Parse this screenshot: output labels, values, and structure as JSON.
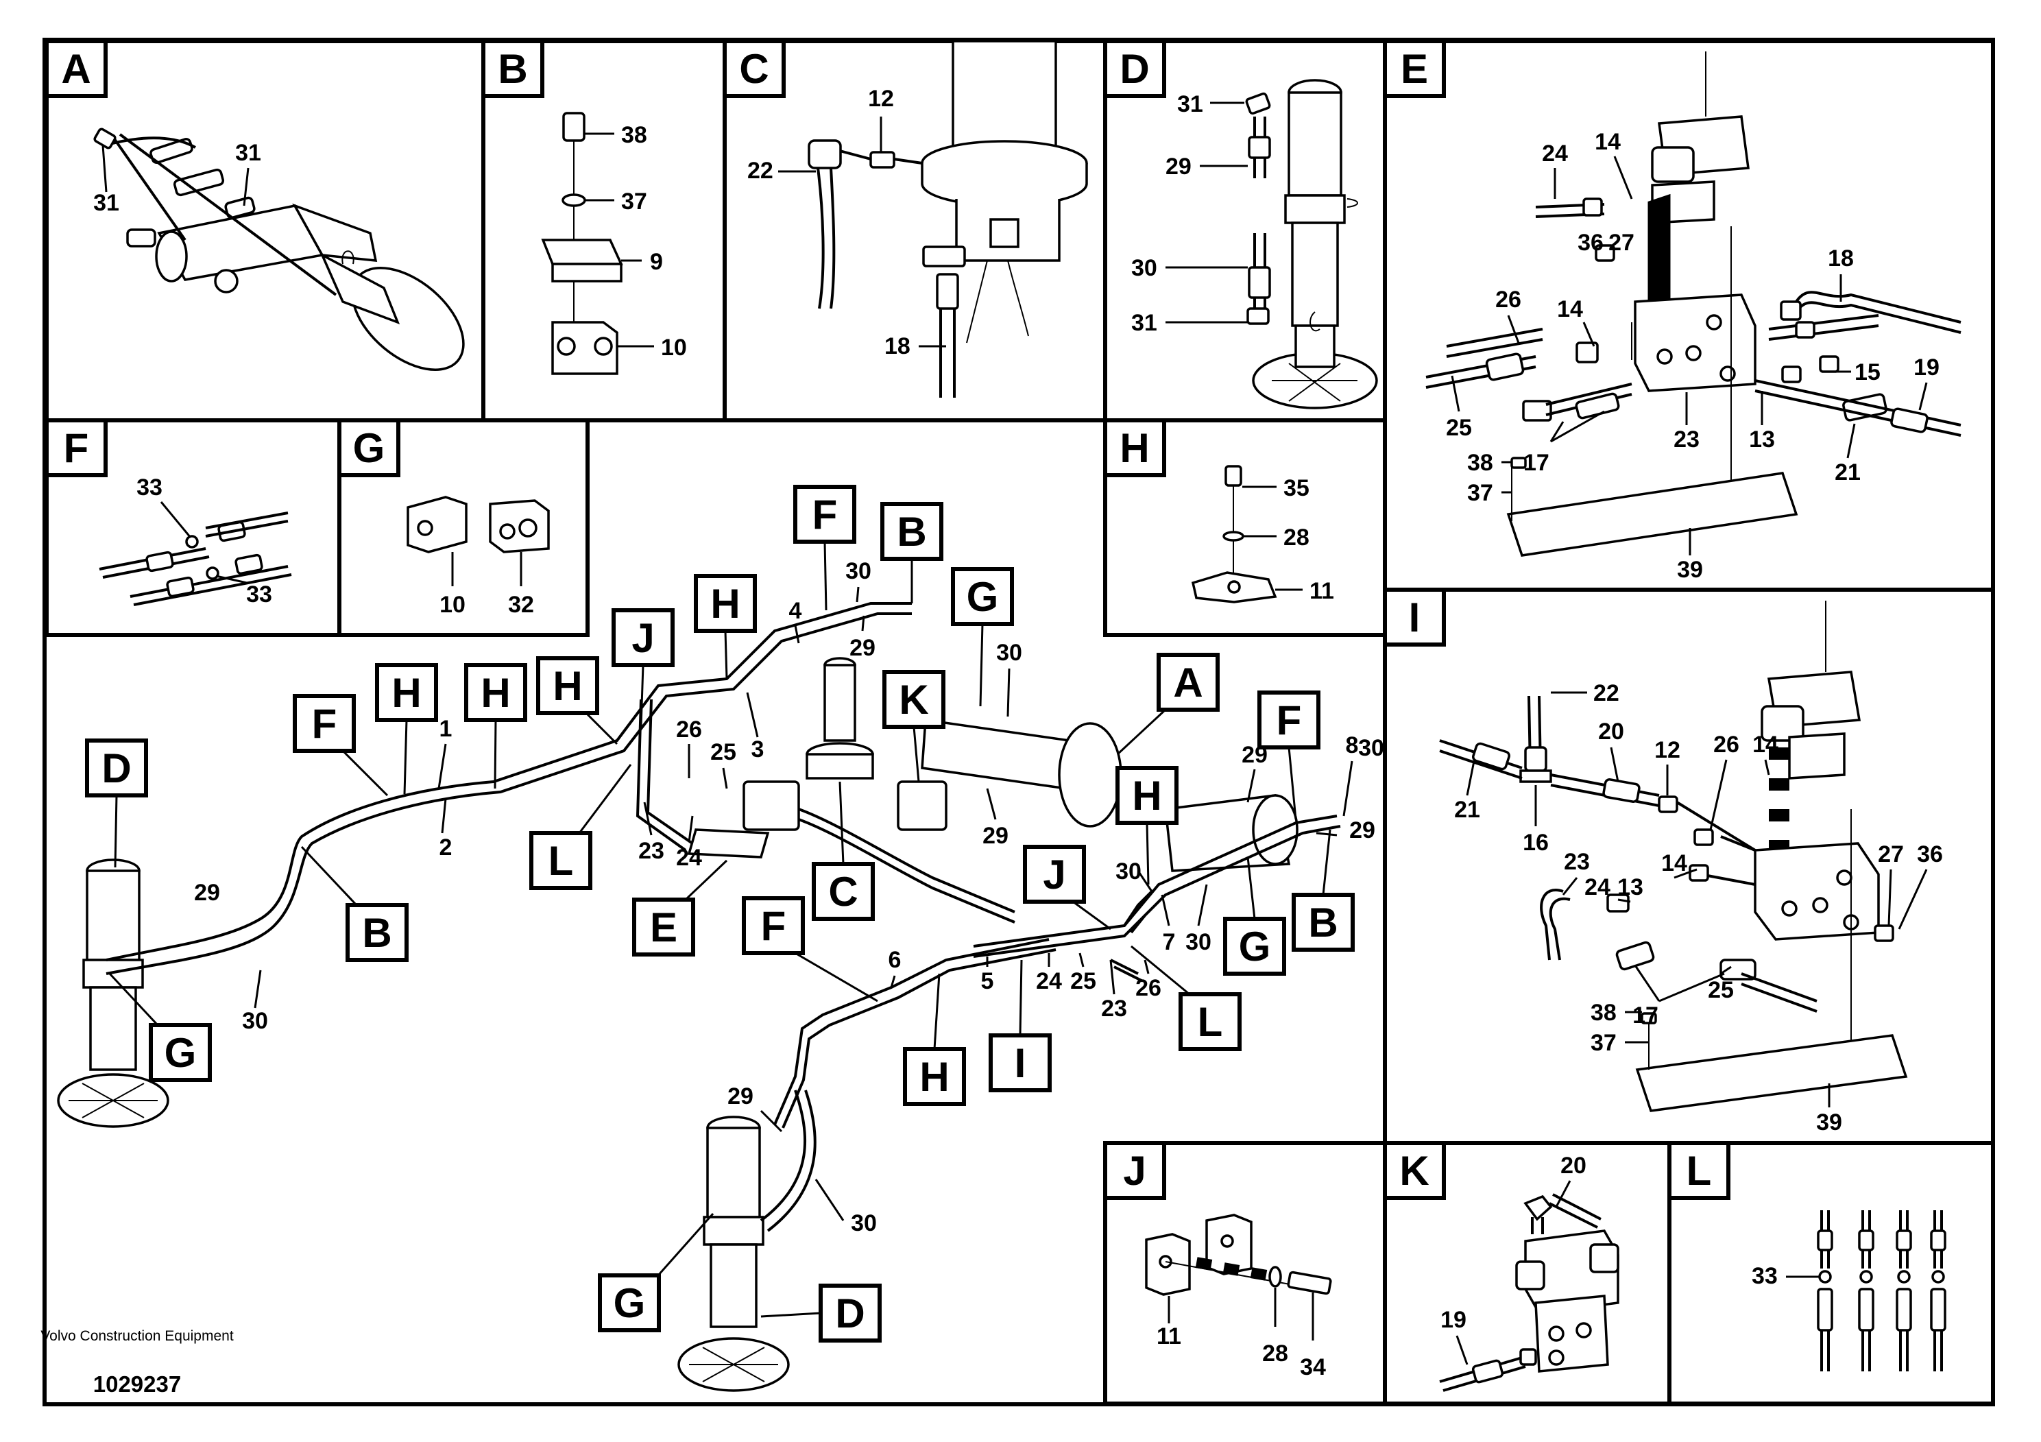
{
  "detail_views": [
    "A",
    "B",
    "C",
    "D",
    "E",
    "F",
    "G",
    "H",
    "I",
    "J",
    "K",
    "L"
  ],
  "main_view_letters": [
    "D",
    "F",
    "H",
    "H",
    "H",
    "J",
    "H",
    "F",
    "B",
    "G",
    "K",
    "A",
    "G",
    "F",
    "H",
    "J",
    "L",
    "E",
    "C",
    "B",
    "G",
    "F",
    "H",
    "I",
    "L",
    "B",
    "G",
    "D"
  ],
  "callouts": {
    "A": [
      "31",
      "31"
    ],
    "B": [
      "38",
      "37",
      "9",
      "10"
    ],
    "C": [
      "12",
      "22",
      "18"
    ],
    "D": [
      "31",
      "29",
      "30",
      "31"
    ],
    "E": [
      "24",
      "14",
      "36",
      "27",
      "18",
      "26",
      "14",
      "15",
      "19",
      "25",
      "13",
      "23",
      "17",
      "21",
      "38",
      "37",
      "39"
    ],
    "F": [
      "33",
      "33"
    ],
    "G": [
      "10",
      "32"
    ],
    "H": [
      "35",
      "28",
      "11"
    ],
    "I": [
      "22",
      "20",
      "12",
      "26",
      "14",
      "21",
      "16",
      "23",
      "14",
      "24",
      "13",
      "27",
      "36",
      "25",
      "17",
      "38",
      "37",
      "39"
    ],
    "J": [
      "11",
      "28",
      "34"
    ],
    "K": [
      "20",
      "19"
    ],
    "L": [
      "33"
    ],
    "main": [
      "1",
      "2",
      "29",
      "30",
      "4",
      "30",
      "29",
      "3",
      "26",
      "25",
      "23",
      "24",
      "30",
      "29",
      "29",
      "30",
      "7",
      "8",
      "30",
      "29",
      "6",
      "5",
      "24",
      "25",
      "23",
      "26",
      "29",
      "30"
    ]
  },
  "footer": {
    "company": "Volvo Construction Equipment",
    "drawing_number": "1029237"
  }
}
